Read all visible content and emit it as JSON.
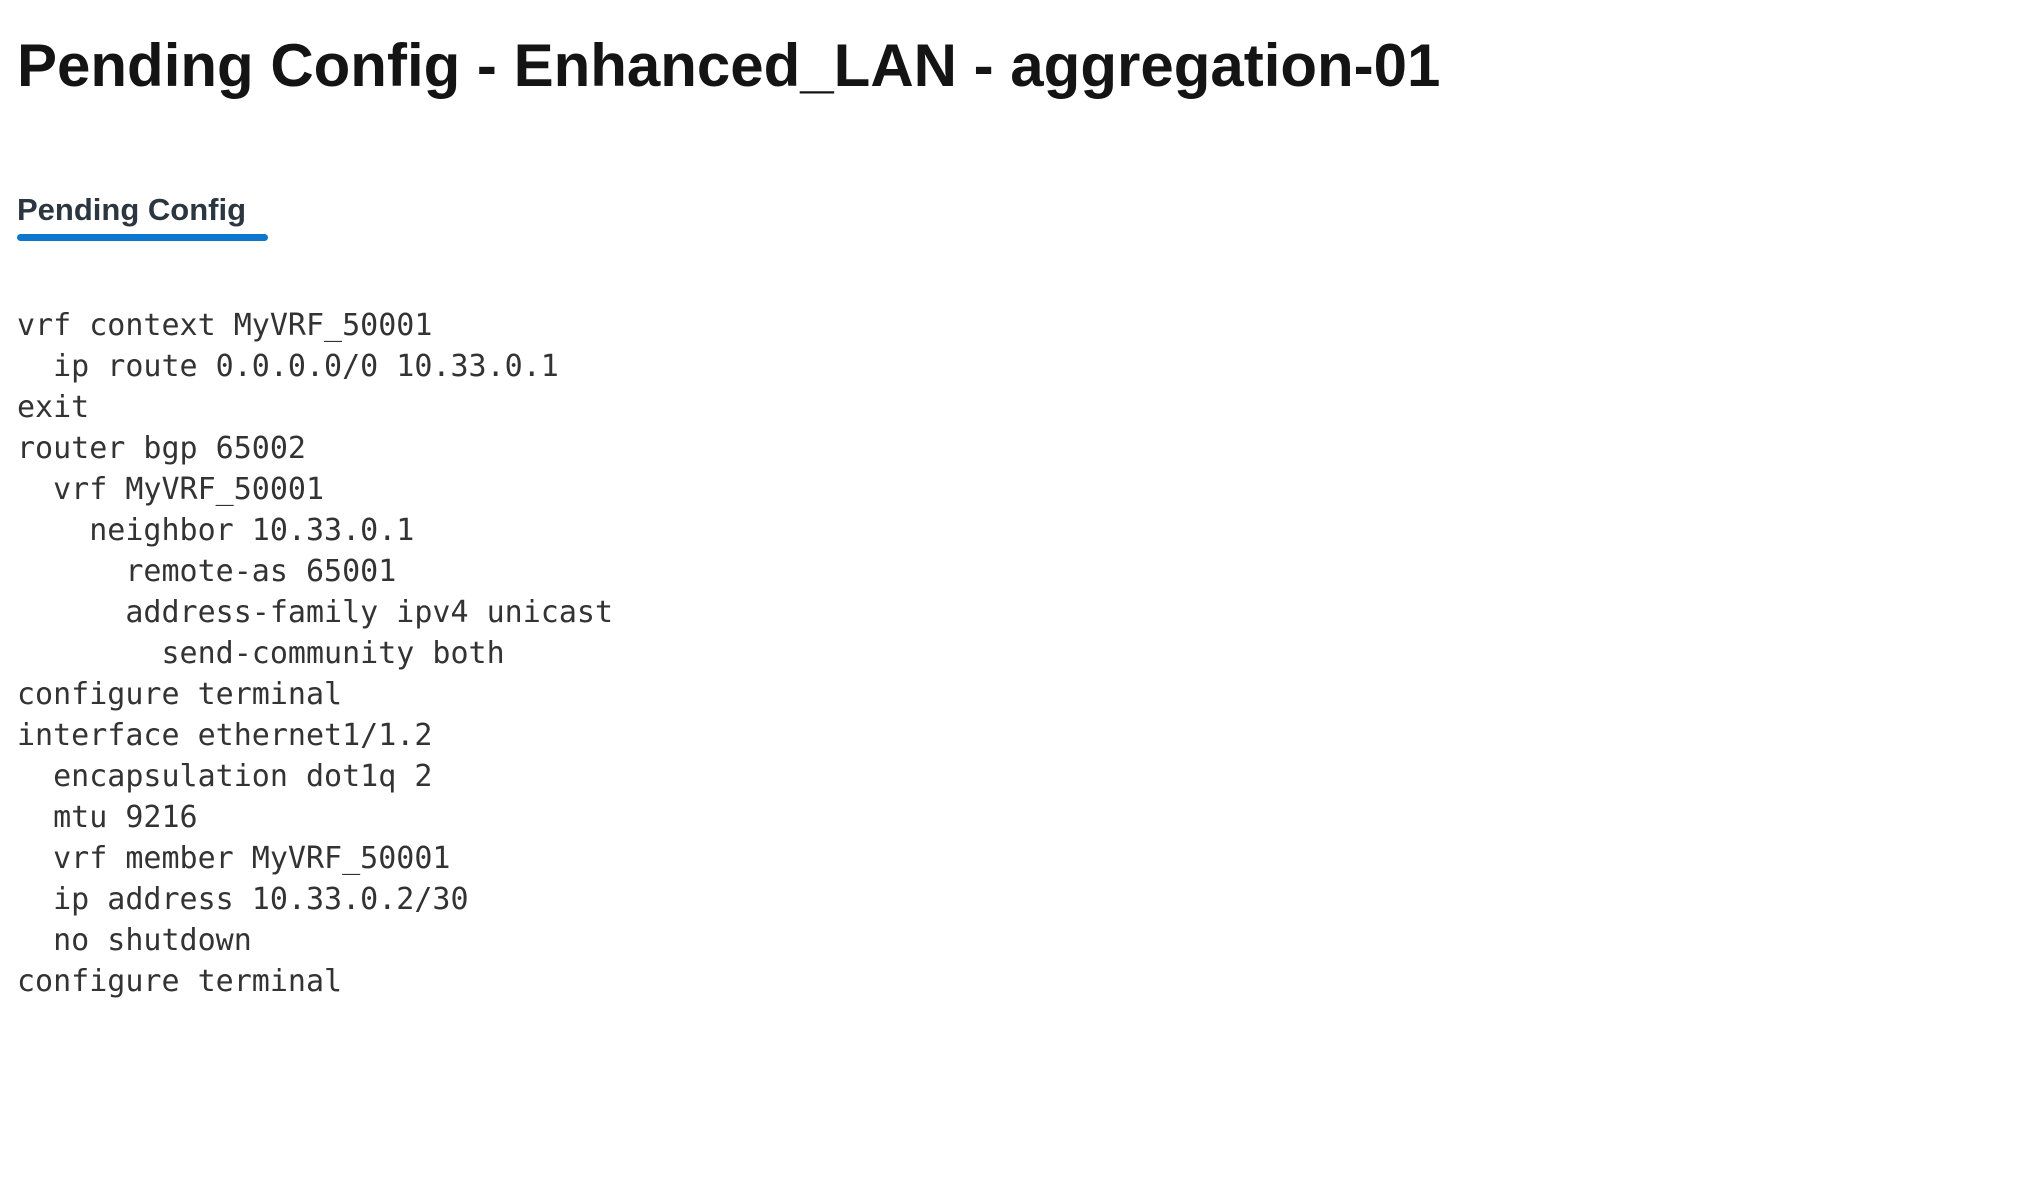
{
  "page": {
    "title": "Pending Config - Enhanced_LAN - aggregation-01"
  },
  "tabs": [
    {
      "label": "Pending Config",
      "active": true
    }
  ],
  "config": {
    "lines": [
      "vrf context MyVRF_50001",
      "  ip route 0.0.0.0/0 10.33.0.1",
      "exit",
      "router bgp 65002",
      "  vrf MyVRF_50001",
      "    neighbor 10.33.0.1",
      "      remote-as 65001",
      "      address-family ipv4 unicast",
      "        send-community both",
      "configure terminal",
      "interface ethernet1/1.2",
      "  encapsulation dot1q 2",
      "  mtu 9216",
      "  vrf member MyVRF_50001",
      "  ip address 10.33.0.2/30",
      "  no shutdown",
      "configure terminal"
    ]
  },
  "colors": {
    "accent_blue": "#0e76cd",
    "title_text": "#141414",
    "tab_text": "#2b3640",
    "config_text": "#333333",
    "background": "#ffffff"
  }
}
